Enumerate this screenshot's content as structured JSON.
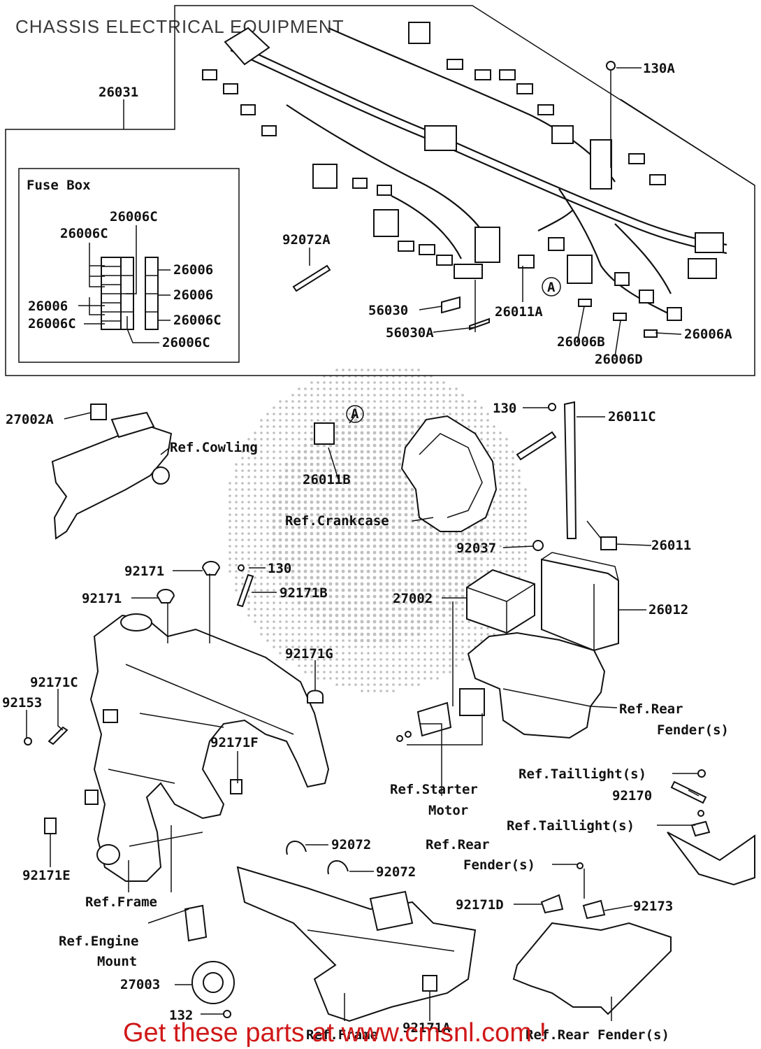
{
  "title": "CHASSIS ELECTRICAL EQUIPMENT",
  "fuse_box": {
    "heading": "Fuse Box",
    "labels": [
      "26006C",
      "26006C",
      "26006",
      "26006",
      "26006",
      "26006C",
      "26006C",
      "26006C"
    ]
  },
  "part_labels": [
    "26031",
    "130A",
    "92072A",
    "56030",
    "56030A",
    "26011A",
    "A",
    "26006B",
    "26006D",
    "26006A",
    "27002A",
    "Ref.Cowling",
    "A",
    "26011B",
    "Ref.Crankcase",
    "130",
    "26011C",
    "92037",
    "26011",
    "92171",
    "130",
    "92171",
    "92171B",
    "27002",
    "26012",
    "92171G",
    "92171C",
    "92153",
    "92171F",
    "Ref.Rear",
    "Fender(s)",
    "Ref.Taillight(s)",
    "92170",
    "Ref.Starter",
    "Motor",
    "Ref.Taillight(s)",
    "Ref.Rear",
    "Fender(s)",
    "92072",
    "92072",
    "92171E",
    "Ref.Frame",
    "92171D",
    "92173",
    "Ref.Engine",
    "Mount",
    "27003",
    "132",
    "Ref.Frame",
    "92171A",
    "Ref.Rear Fender(s)"
  ],
  "footer": "Get these parts at www.cmsnl.com !"
}
